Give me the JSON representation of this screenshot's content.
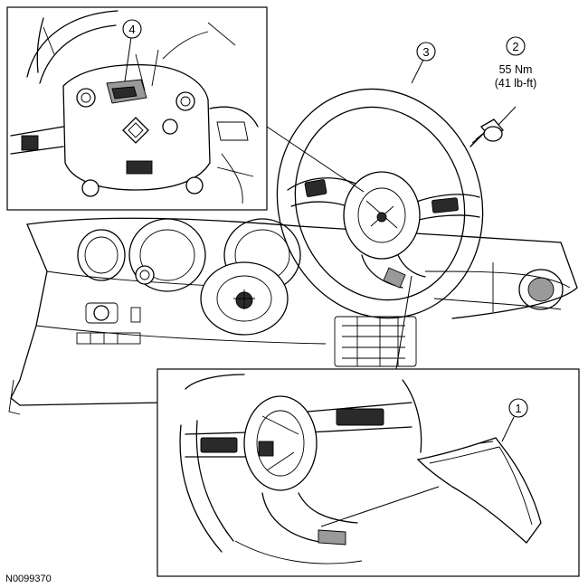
{
  "callouts": [
    {
      "id": "1",
      "label": "1"
    },
    {
      "id": "2",
      "label": "2"
    },
    {
      "id": "3",
      "label": "3"
    },
    {
      "id": "4",
      "label": "4"
    }
  ],
  "torque": {
    "nm": "55 Nm",
    "lbft": "(41 lb-ft)"
  },
  "figure_id": "N0099370"
}
